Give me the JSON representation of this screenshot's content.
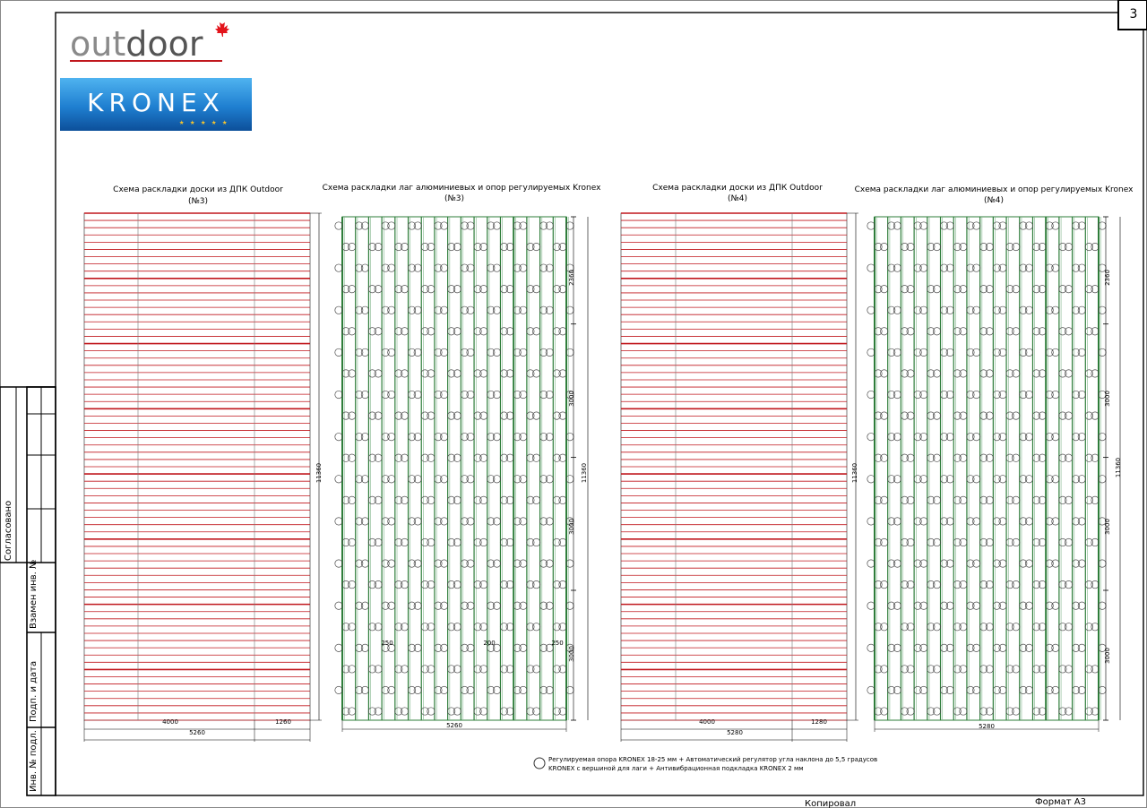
{
  "page": {
    "number": "3"
  },
  "logos": {
    "outdoor": {
      "text_out": "out",
      "text_door": "door"
    },
    "kronex": {
      "text": "KRONEX"
    }
  },
  "side_stamp": {
    "labels": [
      "Согласовано",
      "Взамен инв. №",
      "Подп. и дата",
      "Инв. № подл."
    ]
  },
  "drawings": [
    {
      "kind": "boards",
      "title": "Схема раскладки доски из ДПК Outdoor",
      "number": "(№3)",
      "dims": {
        "w1": "4000",
        "w2": "1260",
        "total": "5260",
        "height": "11360"
      }
    },
    {
      "kind": "joists",
      "title": "Схема раскладки лаг алюминиевых и опор регулируемых Kronex",
      "number": "(№3)",
      "dims": {
        "total": "5260",
        "height": "11360",
        "seg1": "2360",
        "seg2": "3000",
        "seg3": "3000",
        "seg4": "3000",
        "spacing1": "250",
        "spacing2": "200",
        "spacing3": "250"
      }
    },
    {
      "kind": "boards",
      "title": "Схема раскладки доски из ДПК Outdoor",
      "number": "(№4)",
      "dims": {
        "w1": "4000",
        "w2": "1280",
        "total": "5280",
        "height": "11360"
      }
    },
    {
      "kind": "joists",
      "title": "Схема раскладки лаг алюминиевых и опор регулируемых Kronex",
      "number": "(№4)",
      "dims": {
        "total": "5280",
        "height": "11360",
        "seg1": "2360",
        "seg2": "3000",
        "seg3": "3000",
        "seg4": "3000"
      }
    }
  ],
  "legend": {
    "line1": "Регулируемая опора KRONEX 18-25 мм + Автоматический регулятор угла наклона до 5,5 градусов",
    "line2": "KRONEX с вершиной для лаги + Антивибрационная подкладка KRONEX 2 мм"
  },
  "footer": {
    "copied": "Копировал",
    "format": "Формат А3"
  },
  "colors": {
    "board": "#c0171d",
    "joist": "#2e7d3a",
    "support": "#4a4a4a",
    "kronex_bg": "#1f7fd0",
    "maple": "#e3141b"
  }
}
